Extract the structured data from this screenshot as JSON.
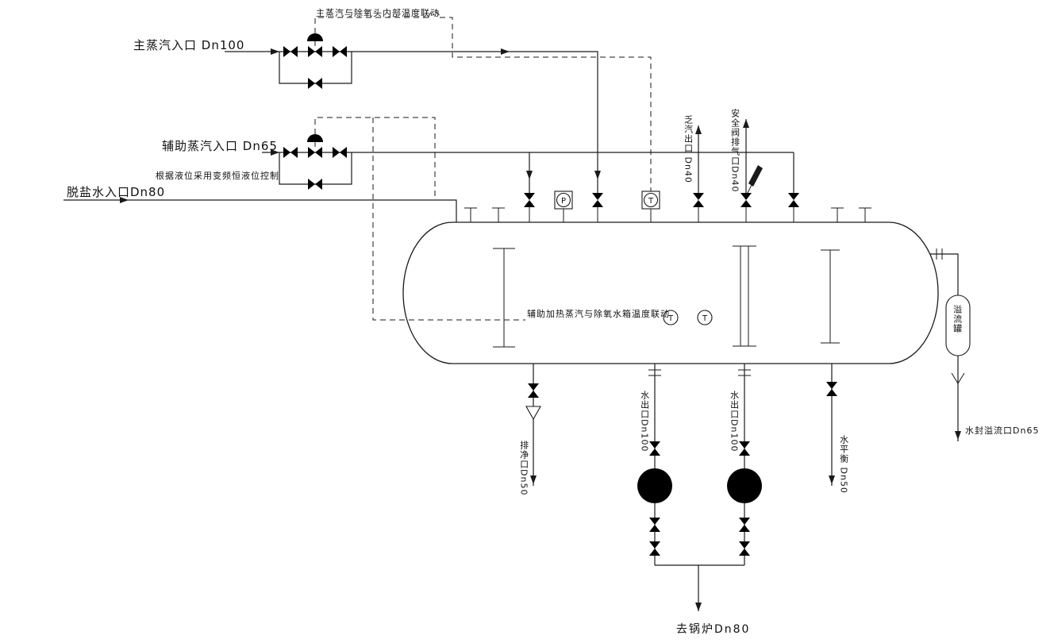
{
  "labels": {
    "main_steam_interlock": "主蒸汽与除氧头内部温度联动",
    "main_steam_inlet": "主蒸汽入口 Dn100",
    "aux_steam_inlet": "辅助蒸汽入口 Dn65",
    "level_control_note": "根据液位采用变频恒液位控制",
    "demin_water_inlet": "脱盐水入口Dn80",
    "exhaust_outlet": "乏汽出口 Dn40",
    "safety_valve_vent": "安全阀排气口Dn40",
    "tank_temp_interlock": "辅助加热蒸汽与除氧水箱温度联动",
    "overflow_tank": "溢流罐",
    "drain_port": "排净口Dn50",
    "water_outlet_1": "水出口Dn100",
    "water_outlet_2": "水出口Dn100",
    "water_balance": "水平衡 Dn50",
    "water_seal_overflow": "水封溢流口Dn65",
    "to_boiler": "去锅炉Dn80"
  },
  "instruments": {
    "pressure": "P",
    "temperature_head": "T",
    "temperature_tank_1": "T",
    "temperature_tank_2": "T"
  },
  "colors": {
    "line": "#1a1a1a",
    "background": "#ffffff"
  }
}
